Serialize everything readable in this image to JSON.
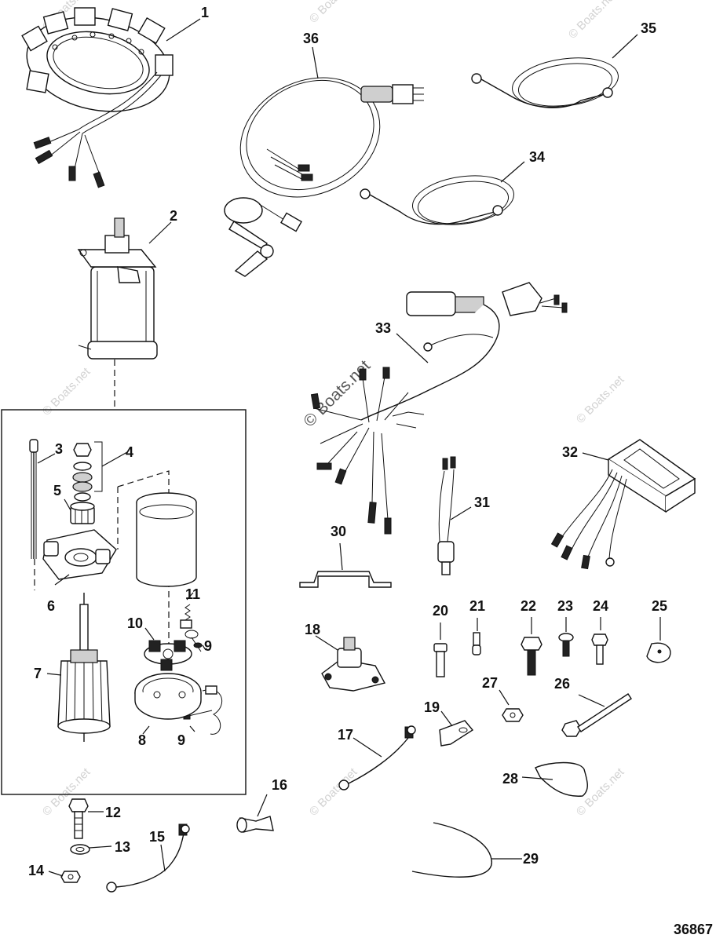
{
  "callouts": [
    "1",
    "2",
    "3",
    "4",
    "5",
    "6",
    "7",
    "8",
    "9",
    "10",
    "11",
    "12",
    "13",
    "14",
    "15",
    "16",
    "17",
    "18",
    "19",
    "20",
    "21",
    "22",
    "23",
    "24",
    "25",
    "26",
    "27",
    "28",
    "29",
    "30",
    "31",
    "32",
    "33",
    "34",
    "35",
    "36"
  ],
  "callout_9_repeat": "9",
  "document_number": "36867",
  "watermark": {
    "text": "© Boats.net",
    "color": "#d2d2d2"
  }
}
